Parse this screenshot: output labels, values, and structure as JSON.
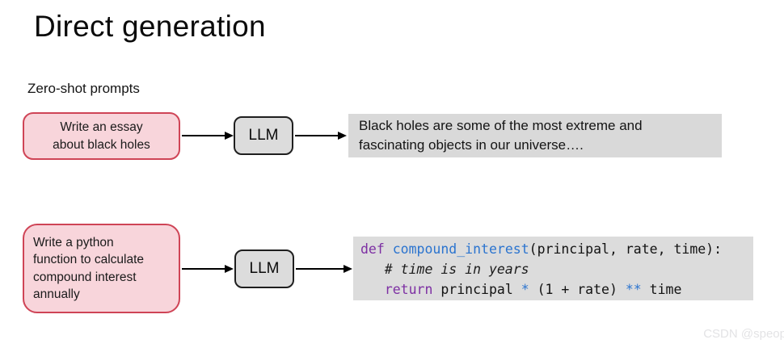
{
  "title": "Direct generation",
  "subtitle": "Zero-shot prompts",
  "watermark": "CSDN @speop",
  "colors": {
    "prompt_fill": "#f8d5db",
    "prompt_border": "#cf4456",
    "llm_fill": "#dcdcdc",
    "llm_border": "#1f1f1f",
    "output_fill": "#d9d9d9",
    "code_fill": "#dcdcdc",
    "code_keyword": "#7d2fa3",
    "code_function_and_operator": "#2b74cf",
    "arrow": "#000000"
  },
  "flows": [
    {
      "prompt_lines": [
        "Write an essay",
        "about black holes"
      ],
      "llm_label": "LLM",
      "output_lines": [
        "Black holes are some of the most extreme and",
        "fascinating objects in our universe…."
      ]
    },
    {
      "prompt_lines": [
        "Write a python",
        "function to calculate",
        "compound interest",
        "annually"
      ],
      "llm_label": "LLM",
      "code_lines": [
        {
          "tokens": [
            {
              "text": "def",
              "type": "keyword"
            },
            {
              "text": " ",
              "type": "plain"
            },
            {
              "text": "compound_interest",
              "type": "function"
            },
            {
              "text": "(principal, rate, time):",
              "type": "plain"
            }
          ]
        },
        {
          "tokens": [
            {
              "text": "   # time is in years",
              "type": "comment"
            }
          ]
        },
        {
          "tokens": [
            {
              "text": "   ",
              "type": "plain"
            },
            {
              "text": "return",
              "type": "keyword"
            },
            {
              "text": " principal ",
              "type": "plain"
            },
            {
              "text": "*",
              "type": "operator"
            },
            {
              "text": " (1 + rate) ",
              "type": "plain"
            },
            {
              "text": "**",
              "type": "operator"
            },
            {
              "text": " time",
              "type": "plain"
            }
          ]
        }
      ]
    }
  ]
}
